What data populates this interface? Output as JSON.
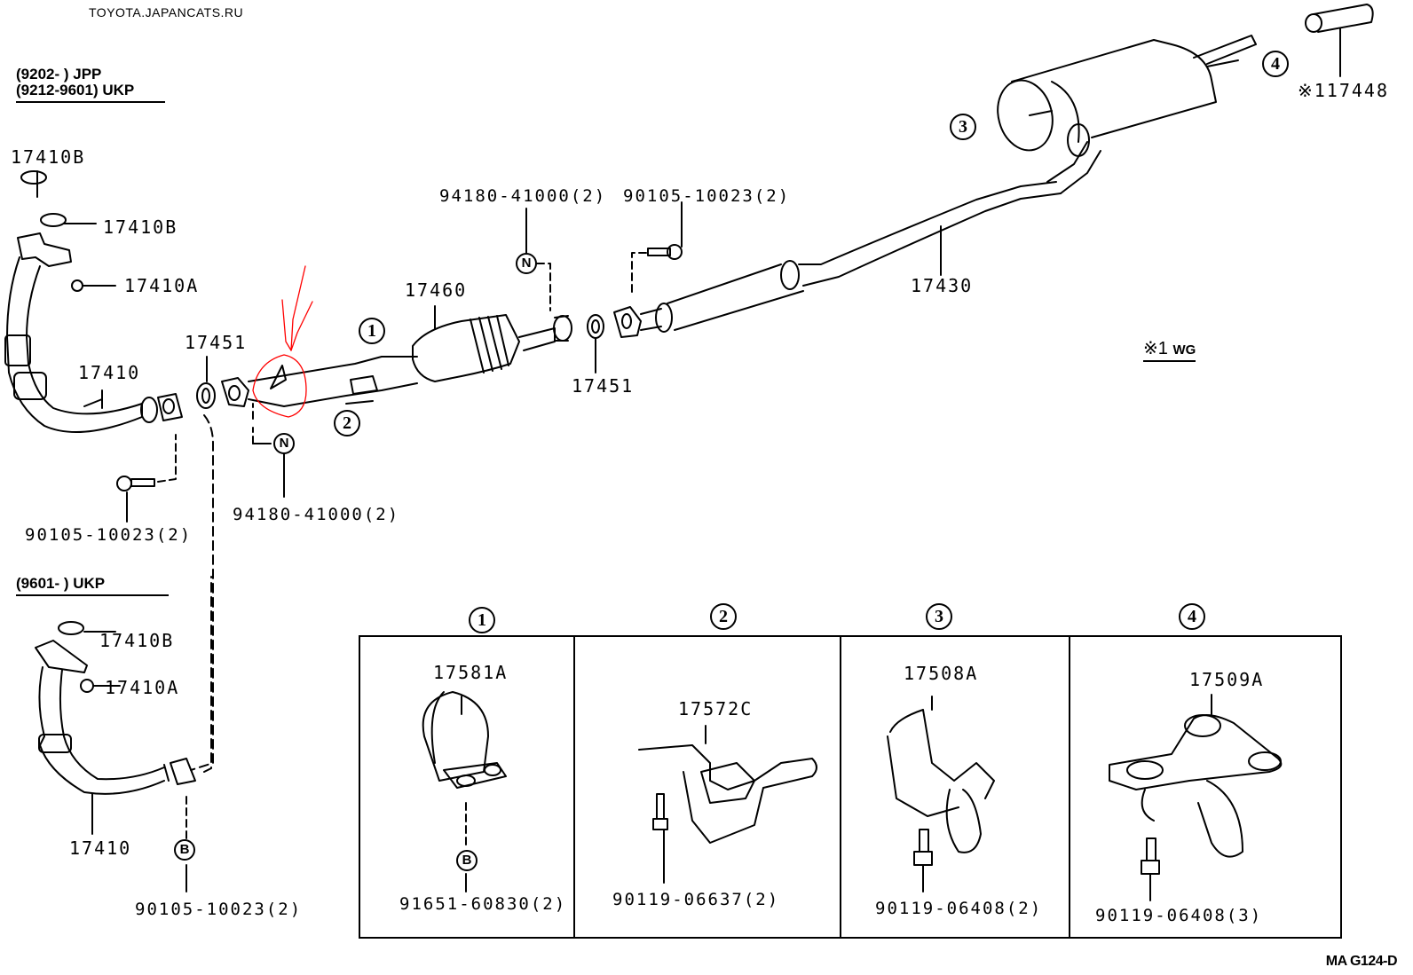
{
  "watermark": "TOYOTA.JAPANCATS.RU",
  "diagram_code": "MA G124-D",
  "applicability": {
    "group1": [
      "(9202-        ) JPP",
      "(9212-9601) UKP"
    ],
    "group2": "(9601-        ) UKP"
  },
  "note": {
    "symbol": "※1",
    "suffix": "WG"
  },
  "callouts": {
    "one": "1",
    "two": "2",
    "three": "3",
    "four": "4",
    "n_mark": "N",
    "b_mark": "B"
  },
  "parts_upper": {
    "gasket_b_top": "17410B",
    "gasket_b_mid": "17410B",
    "nut_a": "17410A",
    "front_pipe": "17410",
    "gasket_left": "17451",
    "bolt_left": "90105-10023(2)",
    "nut_bottom": "94180-41000(2)",
    "catalytic_converter": "17460",
    "nut_top": "94180-41000(2)",
    "bolt_right": "90105-10023(2)",
    "gasket_right": "17451",
    "center_pipe": "17430",
    "tail_pipe": "※117448"
  },
  "parts_lower_left": {
    "gasket_b": "17410B",
    "nut_a": "17410A",
    "front_pipe": "17410",
    "bolt": "90105-10023(2)"
  },
  "panels": [
    {
      "callout": "1",
      "part": "17581A",
      "fastener": "91651-60830(2)"
    },
    {
      "callout": "2",
      "part": "17572C",
      "fastener": "90119-06637(2)"
    },
    {
      "callout": "3",
      "part": "17508A",
      "fastener": "90119-06408(2)"
    },
    {
      "callout": "4",
      "part": "17509A",
      "fastener": "90119-06408(3)"
    }
  ],
  "colors": {
    "ink": "#000000",
    "annotation": "#ff0000",
    "background": "#ffffff"
  }
}
